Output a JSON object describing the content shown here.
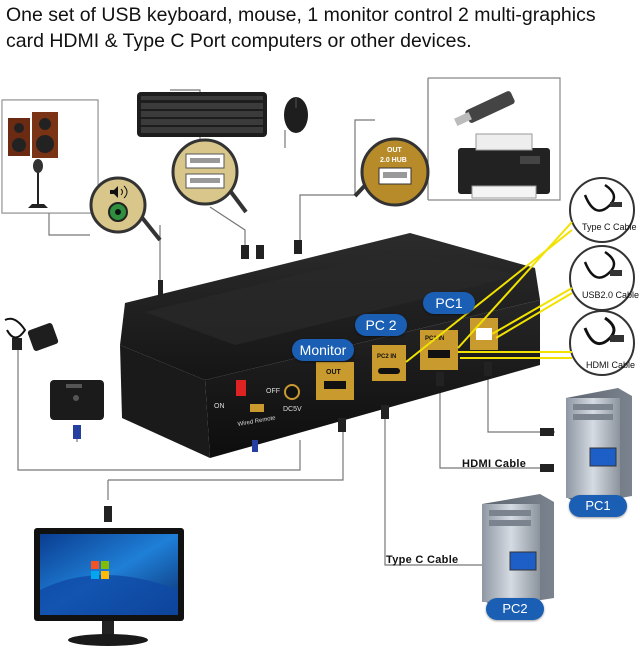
{
  "title": {
    "line1": "One set of USB keyboard, mouse, 1 monitor control 2 multi-graphics",
    "line2": "card HDMI & Type C Port computers or other devices."
  },
  "device": {
    "port_labels": {
      "monitor": "Monitor",
      "pc2": "PC 2",
      "pc1": "PC1",
      "out": "OUT",
      "pc2_in": "PC2 IN",
      "pc1_in": "PC1 IN",
      "on": "ON",
      "off": "OFF",
      "dc5v": "DC5V",
      "wired_remote": "Wired Remote"
    },
    "hub_label": "2.0 HUB",
    "hub_out": "OUT"
  },
  "cables": {
    "type_c": "Type C Cable",
    "usb20": "USB2.0 Cable",
    "hdmi": "HDMI Cable",
    "hdmi_line": "HDMI Cable",
    "type_c_line": "Type C  Cable"
  },
  "computers": {
    "pc1": "PC1",
    "pc2": "PC2"
  },
  "colors": {
    "accent_blue": "#1a5fb4",
    "highlight_yellow": "#f2e200",
    "device_body": "#1b1b1b",
    "gold_port": "#c99a2e"
  },
  "icons": [
    "speaker-icon",
    "microphone-icon",
    "keyboard-icon",
    "mouse-icon",
    "usb-stick-icon",
    "printer-icon",
    "power-adapter-icon",
    "remote-icon",
    "monitor-icon",
    "pc-tower-icon"
  ]
}
